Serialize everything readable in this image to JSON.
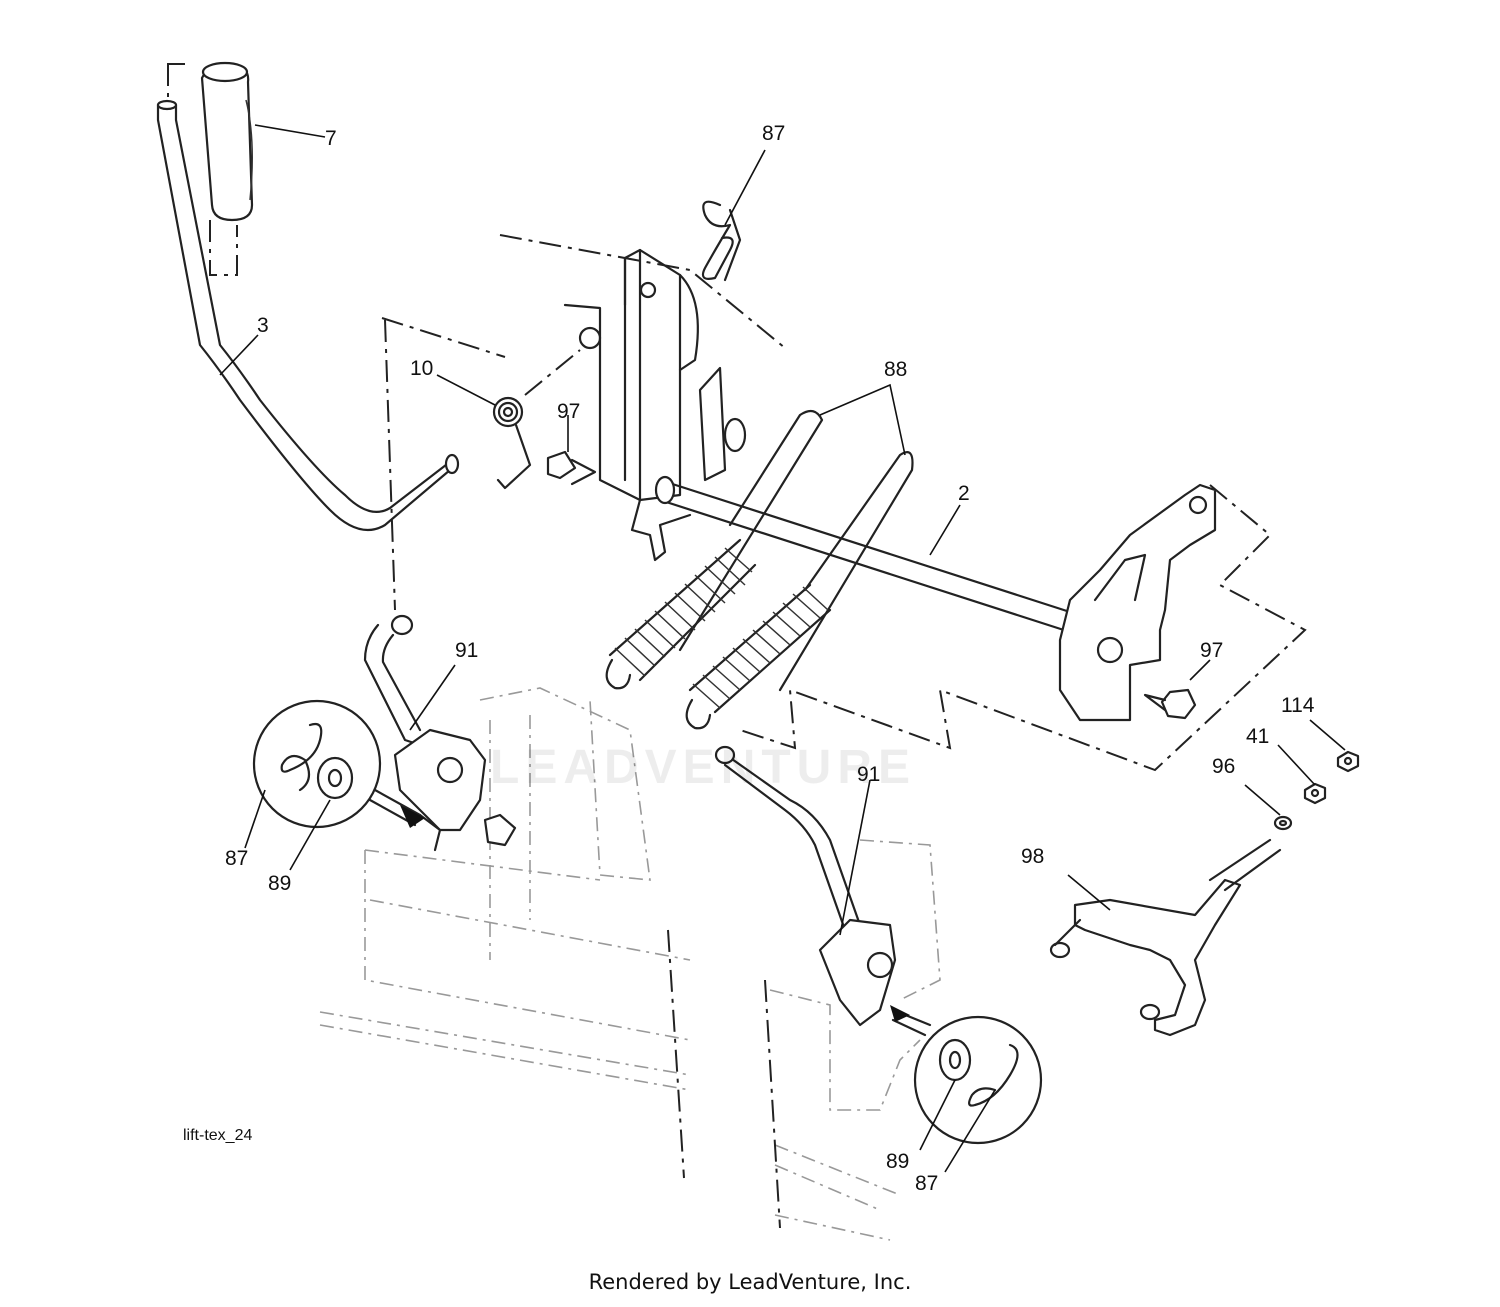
{
  "diagram": {
    "id_label": "lift-tex_24",
    "footer": "Rendered by LeadVenture, Inc.",
    "watermark": "LEADVENTURE",
    "callouts": {
      "handle_grip": "7",
      "lift_lever": "3",
      "hairpin_top": "87",
      "torsion_spring": "10",
      "bolt_left": "97",
      "extension_springs": "88",
      "lift_shaft": "2",
      "bolt_right": "97",
      "link_left": "91",
      "link_right": "91",
      "nut_114": "114",
      "nut_41": "41",
      "washer_96": "96",
      "bracket_98": "98",
      "hairpin_left_detail": "87",
      "washer_left_detail": "89",
      "washer_right_detail": "89",
      "hairpin_right_detail": "87"
    }
  }
}
